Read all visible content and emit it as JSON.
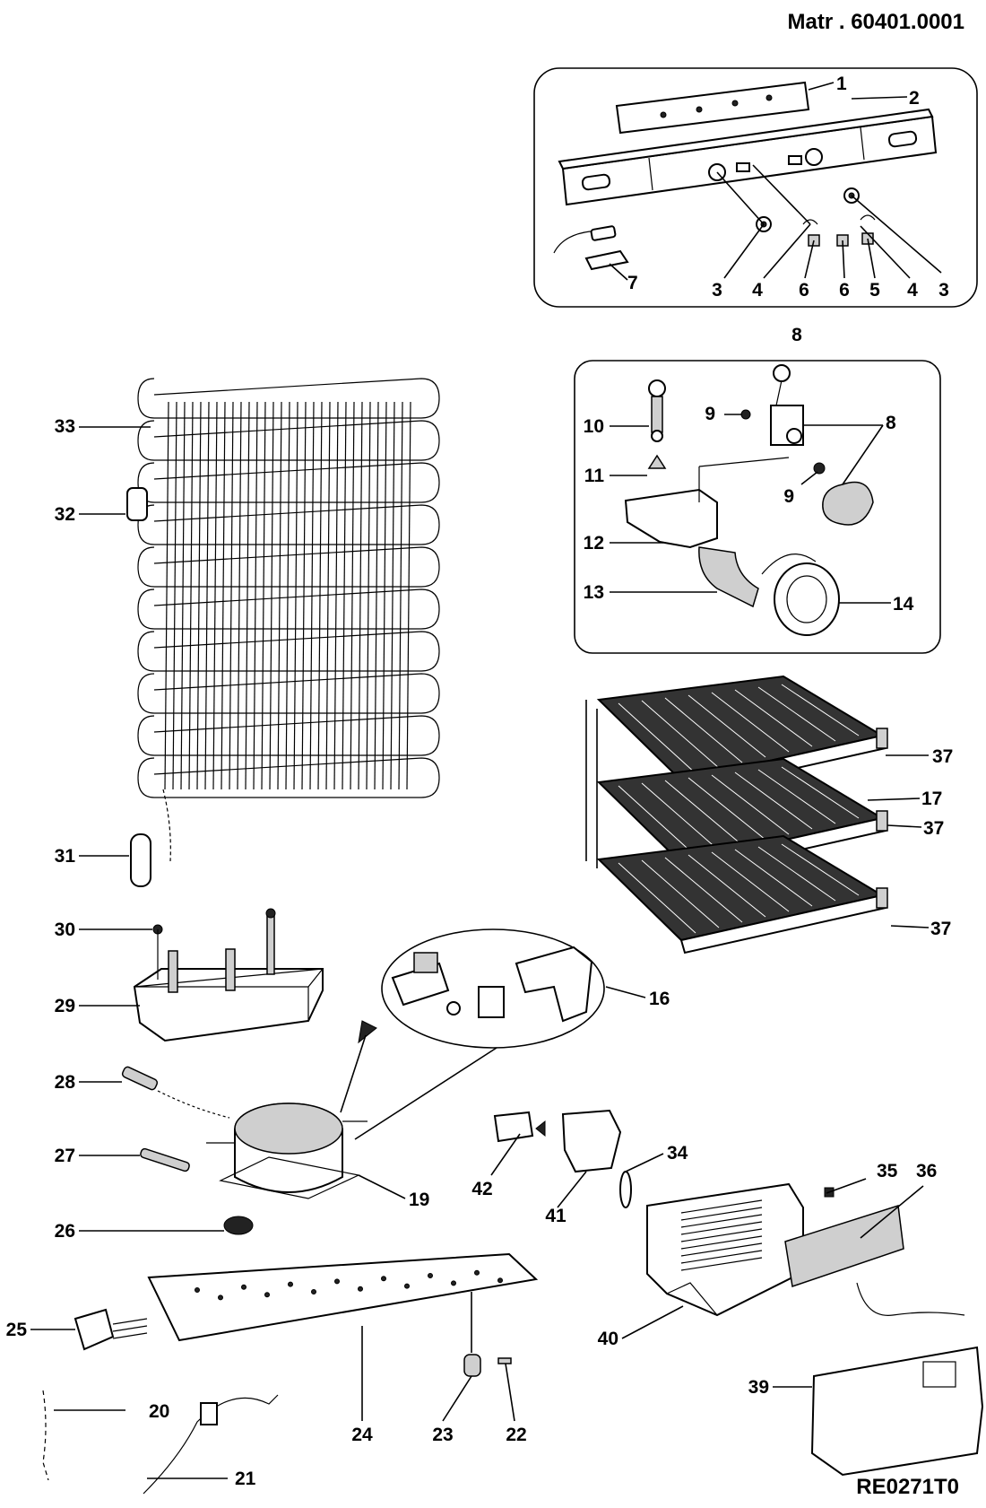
{
  "header": {
    "material_code": "Matr . 60401.0001"
  },
  "footer": {
    "drawing_code": "RE0271T0"
  },
  "labels": {
    "p1": "1",
    "p2": "2",
    "p3a": "3",
    "p3b": "3",
    "p4a": "4",
    "p4b": "4",
    "p5": "5",
    "p6a": "6",
    "p6b": "6",
    "p7": "7",
    "p8top": "8",
    "p8": "8",
    "p9a": "9",
    "p9b": "9",
    "p10": "10",
    "p11": "11",
    "p12": "12",
    "p13": "13",
    "p14": "14",
    "p16": "16",
    "p17": "17",
    "p19": "19",
    "p20": "20",
    "p21": "21",
    "p22": "22",
    "p23": "23",
    "p24": "24",
    "p25": "25",
    "p26": "26",
    "p27": "27",
    "p28": "28",
    "p29": "29",
    "p30": "30",
    "p31": "31",
    "p32": "32",
    "p33": "33",
    "p34": "34",
    "p35": "35",
    "p36": "36",
    "p37a": "37",
    "p37b": "37",
    "p37c": "37",
    "p39": "39",
    "p40": "40",
    "p41": "41",
    "p42": "42"
  }
}
